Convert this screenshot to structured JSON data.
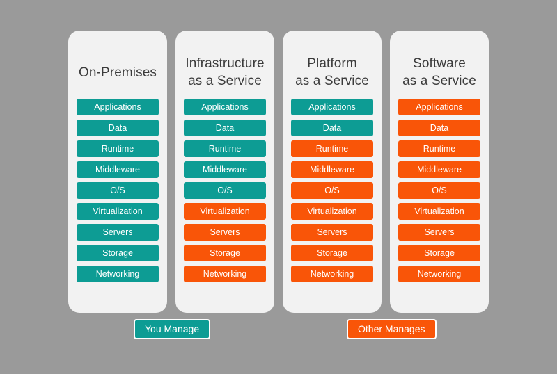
{
  "background_color": "#9a9a9a",
  "card_color": "#f2f2f2",
  "colors": {
    "you_manage": "#0d9c94",
    "other_manages": "#f95508",
    "title_text": "#3b3b3b",
    "layer_text": "#ffffff"
  },
  "layer_names": [
    "Applications",
    "Data",
    "Runtime",
    "Middleware",
    "O/S",
    "Virtualization",
    "Servers",
    "Storage",
    "Networking"
  ],
  "columns": [
    {
      "title_line1": "On-Premises",
      "title_line2": "",
      "layers": [
        {
          "label": "Applications",
          "owner": "you"
        },
        {
          "label": "Data",
          "owner": "you"
        },
        {
          "label": "Runtime",
          "owner": "you"
        },
        {
          "label": "Middleware",
          "owner": "you"
        },
        {
          "label": "O/S",
          "owner": "you"
        },
        {
          "label": "Virtualization",
          "owner": "you"
        },
        {
          "label": "Servers",
          "owner": "you"
        },
        {
          "label": "Storage",
          "owner": "you"
        },
        {
          "label": "Networking",
          "owner": "you"
        }
      ]
    },
    {
      "title_line1": "Infrastructure",
      "title_line2": "as a Service",
      "layers": [
        {
          "label": "Applications",
          "owner": "you"
        },
        {
          "label": "Data",
          "owner": "you"
        },
        {
          "label": "Runtime",
          "owner": "you"
        },
        {
          "label": "Middleware",
          "owner": "you"
        },
        {
          "label": "O/S",
          "owner": "you"
        },
        {
          "label": "Virtualization",
          "owner": "other"
        },
        {
          "label": "Servers",
          "owner": "other"
        },
        {
          "label": "Storage",
          "owner": "other"
        },
        {
          "label": "Networking",
          "owner": "other"
        }
      ]
    },
    {
      "title_line1": "Platform",
      "title_line2": "as a Service",
      "layers": [
        {
          "label": "Applications",
          "owner": "you"
        },
        {
          "label": "Data",
          "owner": "you"
        },
        {
          "label": "Runtime",
          "owner": "other"
        },
        {
          "label": "Middleware",
          "owner": "other"
        },
        {
          "label": "O/S",
          "owner": "other"
        },
        {
          "label": "Virtualization",
          "owner": "other"
        },
        {
          "label": "Servers",
          "owner": "other"
        },
        {
          "label": "Storage",
          "owner": "other"
        },
        {
          "label": "Networking",
          "owner": "other"
        }
      ]
    },
    {
      "title_line1": "Software",
      "title_line2": "as a Service",
      "layers": [
        {
          "label": "Applications",
          "owner": "other"
        },
        {
          "label": "Data",
          "owner": "other"
        },
        {
          "label": "Runtime",
          "owner": "other"
        },
        {
          "label": "Middleware",
          "owner": "other"
        },
        {
          "label": "O/S",
          "owner": "other"
        },
        {
          "label": "Virtualization",
          "owner": "other"
        },
        {
          "label": "Servers",
          "owner": "other"
        },
        {
          "label": "Storage",
          "owner": "other"
        },
        {
          "label": "Networking",
          "owner": "other"
        }
      ]
    }
  ],
  "legend": {
    "you_label": "You Manage",
    "other_label": "Other Manages"
  }
}
